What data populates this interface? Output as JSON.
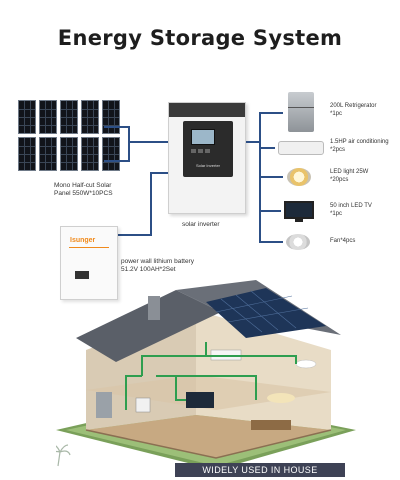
{
  "title": "Energy Storage System",
  "solar_panel": {
    "label_line1": "Mono Half-cut Solar",
    "label_line2": "Panel 550W*10PCS"
  },
  "inverter": {
    "label": "solar inverter",
    "face_text": "Solar Inverter"
  },
  "battery": {
    "brand": "Isunger",
    "label_line1": "power wall lithium battery",
    "label_line2": "51.2V 100AH*2Set"
  },
  "loads": [
    {
      "name": "200L Retrigerator",
      "qty": "*1pc",
      "icon": "refrigerator-icon"
    },
    {
      "name": "1.5HP air conditioning",
      "qty": "*2pcs",
      "icon": "air-conditioner-icon"
    },
    {
      "name": "LED light 25W",
      "qty": "*20pcs",
      "icon": "ceiling-light-icon"
    },
    {
      "name": "50 inch LED TV",
      "qty": "*1pc",
      "icon": "tv-icon"
    },
    {
      "name": "Fan*4pcs",
      "qty": "",
      "icon": "ceiling-fan-icon"
    }
  ],
  "banner": "WIDELY USED IN HOUSE",
  "colors": {
    "wire": "#2c4f86",
    "flow_arrow": "#2e9e4f",
    "banner_bg": "#3e4255",
    "brand_orange": "#f08a1c"
  }
}
